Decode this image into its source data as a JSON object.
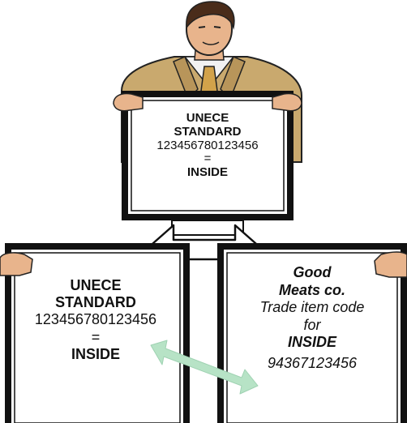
{
  "top_sign": {
    "line1": "UNECE",
    "line2": "STANDARD",
    "code": "123456780123456",
    "equals": "=",
    "value": "INSIDE"
  },
  "left_sign": {
    "line1": "UNECE",
    "line2": "STANDARD",
    "code": "123456780123456",
    "equals": "=",
    "value": "INSIDE"
  },
  "right_sign": {
    "company_line1": "Good",
    "company_line2": "Meats co.",
    "label_line1": "Trade item code",
    "label_line2": "for",
    "value": "INSIDE",
    "code": "94367123456"
  },
  "colors": {
    "frame": "#111111",
    "suit": "#c9a96e",
    "skin": "#e8b48c",
    "hair": "#4a2c1a",
    "tie": "#d2a24a",
    "green_arrow": "#b7e3c6"
  }
}
